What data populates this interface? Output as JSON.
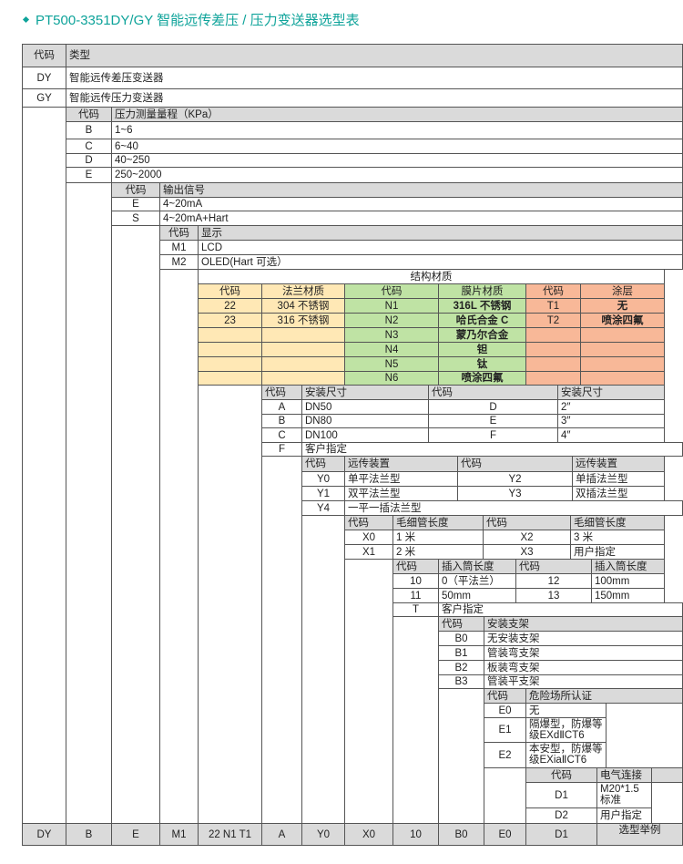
{
  "title": "PT500-3351DY/GY 智能远传差压 / 压力变送器选型表",
  "colors": {
    "title": "#0ea39a",
    "header_bg": "#dadada",
    "flange_bg": "#ffe8b5",
    "diaphragm_bg": "#bfe3a4",
    "coating_bg": "#f8b898"
  },
  "type_section": {
    "code_header": "代码",
    "name_header": "类型",
    "rows": [
      {
        "code": "DY",
        "name": "智能远传差压变送器"
      },
      {
        "code": "GY",
        "name": "智能远传压力变送器"
      }
    ]
  },
  "range_section": {
    "code_header": "代码",
    "name_header": "压力测量量程（KPa）",
    "rows": [
      {
        "code": "B",
        "name": "1~6"
      },
      {
        "code": "C",
        "name": "6~40"
      },
      {
        "code": "D",
        "name": "40~250"
      },
      {
        "code": "E",
        "name": "250~2000"
      }
    ]
  },
  "output_section": {
    "code_header": "代码",
    "name_header": "输出信号",
    "rows": [
      {
        "code": "E",
        "name": "4~20mA"
      },
      {
        "code": "S",
        "name": "4~20mA+Hart"
      }
    ]
  },
  "display_section": {
    "code_header": "代码",
    "name_header": "显示",
    "rows": [
      {
        "code": "M1",
        "name": "LCD"
      },
      {
        "code": "M2",
        "name": "OLED(Hart 可选）"
      }
    ]
  },
  "material_section": {
    "title": "结构材质",
    "headers": [
      "代码",
      "法兰材质",
      "代码",
      "膜片材质",
      "代码",
      "涂层"
    ],
    "flange": [
      {
        "code": "22",
        "name": "304 不锈钢"
      },
      {
        "code": "23",
        "name": "316 不锈钢"
      }
    ],
    "diaphragm": [
      {
        "code": "N1",
        "name": "316L 不锈钢"
      },
      {
        "code": "N2",
        "name": "哈氏合金 C"
      },
      {
        "code": "N3",
        "name": "蒙乃尔合金"
      },
      {
        "code": "N4",
        "name": "钽"
      },
      {
        "code": "N5",
        "name": "钛"
      },
      {
        "code": "N6",
        "name": "喷涂四氟"
      }
    ],
    "coating": [
      {
        "code": "T1",
        "name": "无"
      },
      {
        "code": "T2",
        "name": "喷涂四氟"
      }
    ]
  },
  "size_section": {
    "code_header": "代码",
    "name_header": "安装尺寸",
    "left": [
      {
        "code": "A",
        "name": "DN50"
      },
      {
        "code": "B",
        "name": "DN80"
      },
      {
        "code": "C",
        "name": "DN100"
      },
      {
        "code": "F",
        "name": "客户指定"
      }
    ],
    "right": [
      {
        "code": "D",
        "name": "2″"
      },
      {
        "code": "E",
        "name": "3″"
      },
      {
        "code": "F",
        "name": "4″"
      }
    ]
  },
  "remote_section": {
    "code_header": "代码",
    "name_header": "远传装置",
    "left": [
      {
        "code": "Y0",
        "name": "单平法兰型"
      },
      {
        "code": "Y1",
        "name": "双平法兰型"
      },
      {
        "code": "Y4",
        "name": "一平一插法兰型"
      }
    ],
    "right": [
      {
        "code": "Y2",
        "name": "单插法兰型"
      },
      {
        "code": "Y3",
        "name": "双插法兰型"
      }
    ]
  },
  "capillary_section": {
    "code_header": "代码",
    "name_header": "毛细管长度",
    "left": [
      {
        "code": "X0",
        "name": "1 米"
      },
      {
        "code": "X1",
        "name": "2 米"
      }
    ],
    "right": [
      {
        "code": "X2",
        "name": "3 米"
      },
      {
        "code": "X3",
        "name": "用户指定"
      }
    ]
  },
  "insert_section": {
    "code_header": "代码",
    "name_header": "插入筒长度",
    "left": [
      {
        "code": "10",
        "name": "0（平法兰）"
      },
      {
        "code": "11",
        "name": "50mm"
      },
      {
        "code": "T",
        "name": "客户指定"
      }
    ],
    "right": [
      {
        "code": "12",
        "name": "100mm"
      },
      {
        "code": "13",
        "name": "150mm"
      }
    ]
  },
  "bracket_section": {
    "code_header": "代码",
    "name_header": "安装支架",
    "rows": [
      {
        "code": "B0",
        "name": "无安装支架"
      },
      {
        "code": "B1",
        "name": "管装弯支架"
      },
      {
        "code": "B2",
        "name": "板装弯支架"
      },
      {
        "code": "B3",
        "name": "管装平支架"
      }
    ]
  },
  "hazard_section": {
    "code_header": "代码",
    "name_header": "危险场所认证",
    "rows": [
      {
        "code": "E0",
        "name": "无"
      },
      {
        "code": "E1",
        "name": "隔爆型，防爆等级EXdⅡCT6"
      },
      {
        "code": "E2",
        "name": "本安型，防爆等级EXiaⅡCT6"
      }
    ]
  },
  "electrical_section": {
    "code_header": "代码",
    "name_header": "电气连接",
    "rows": [
      {
        "code": "D1",
        "name": "M20*1.5标准"
      },
      {
        "code": "D2",
        "name": "用户指定"
      }
    ]
  },
  "example": [
    "DY",
    "B",
    "E",
    "M1",
    "22 N1 T1",
    "A",
    "Y0",
    "X0",
    "10",
    "B0",
    "E0",
    "D1",
    "选型举例"
  ]
}
